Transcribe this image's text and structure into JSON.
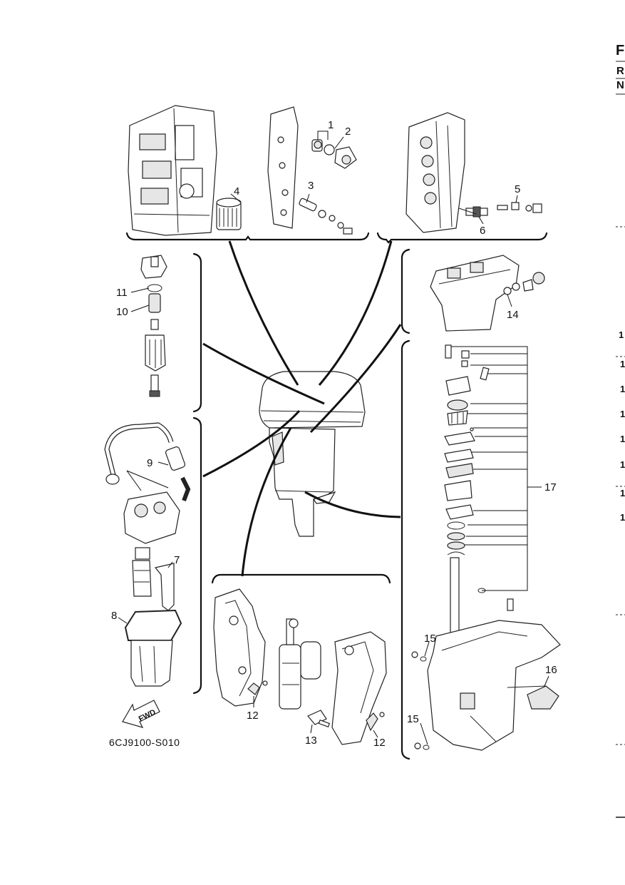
{
  "figure_code": "6CJ9100-S010",
  "fwd_label": "FWD",
  "callouts": {
    "c1": "1",
    "c2": "2",
    "c3": "3",
    "c4": "4",
    "c5": "5",
    "c6": "6",
    "c7": "7",
    "c8": "8",
    "c9": "9",
    "c10": "10",
    "c11": "11",
    "c12a": "12",
    "c12b": "12",
    "c13": "13",
    "c14": "14",
    "c15a": "15",
    "c15b": "15",
    "c16": "16",
    "c17": "17"
  },
  "right_edge": {
    "title_char": "F",
    "line1_char": "R",
    "line2_char": "N",
    "row_chars": [
      "1",
      "1",
      "1",
      "1",
      "1",
      "1",
      "1",
      "1"
    ]
  }
}
